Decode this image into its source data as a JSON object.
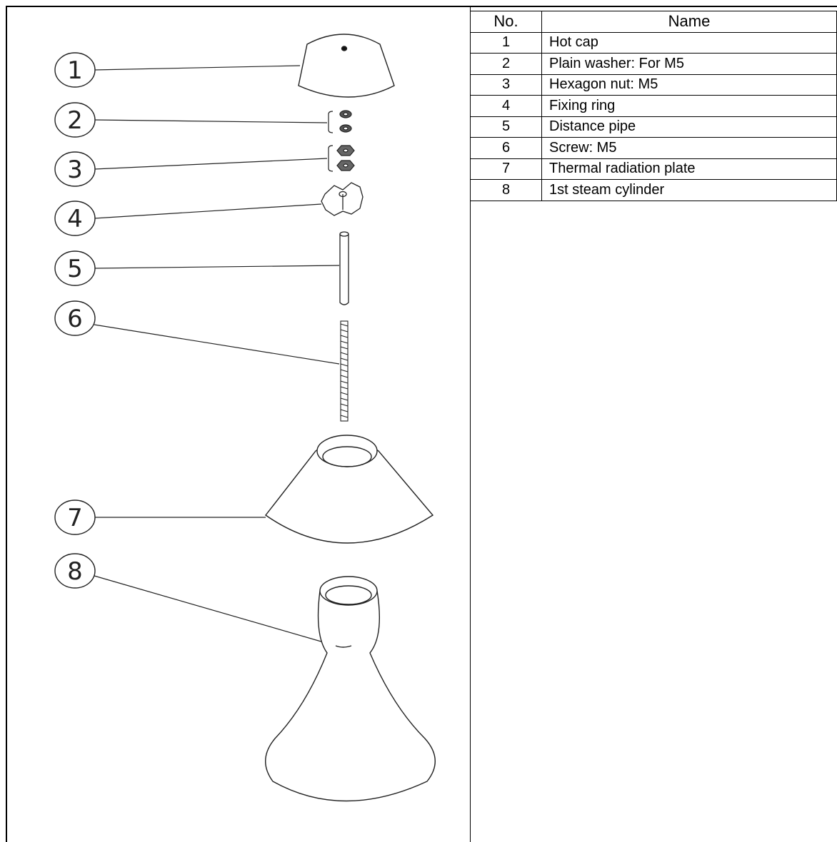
{
  "table": {
    "headers": {
      "no": "No.",
      "name": "Name"
    },
    "rows": [
      {
        "no": "1",
        "name": "Hot cap"
      },
      {
        "no": "2",
        "name": "Plain washer: For M5"
      },
      {
        "no": "3",
        "name": "Hexagon nut: M5"
      },
      {
        "no": "4",
        "name": "Fixing ring"
      },
      {
        "no": "5",
        "name": "Distance pipe"
      },
      {
        "no": "6",
        "name": "Screw: M5"
      },
      {
        "no": "7",
        "name": "Thermal radiation plate"
      },
      {
        "no": "8",
        "name": "1st steam cylinder"
      }
    ]
  },
  "callouts": [
    "1",
    "2",
    "3",
    "4",
    "5",
    "6",
    "7",
    "8"
  ]
}
